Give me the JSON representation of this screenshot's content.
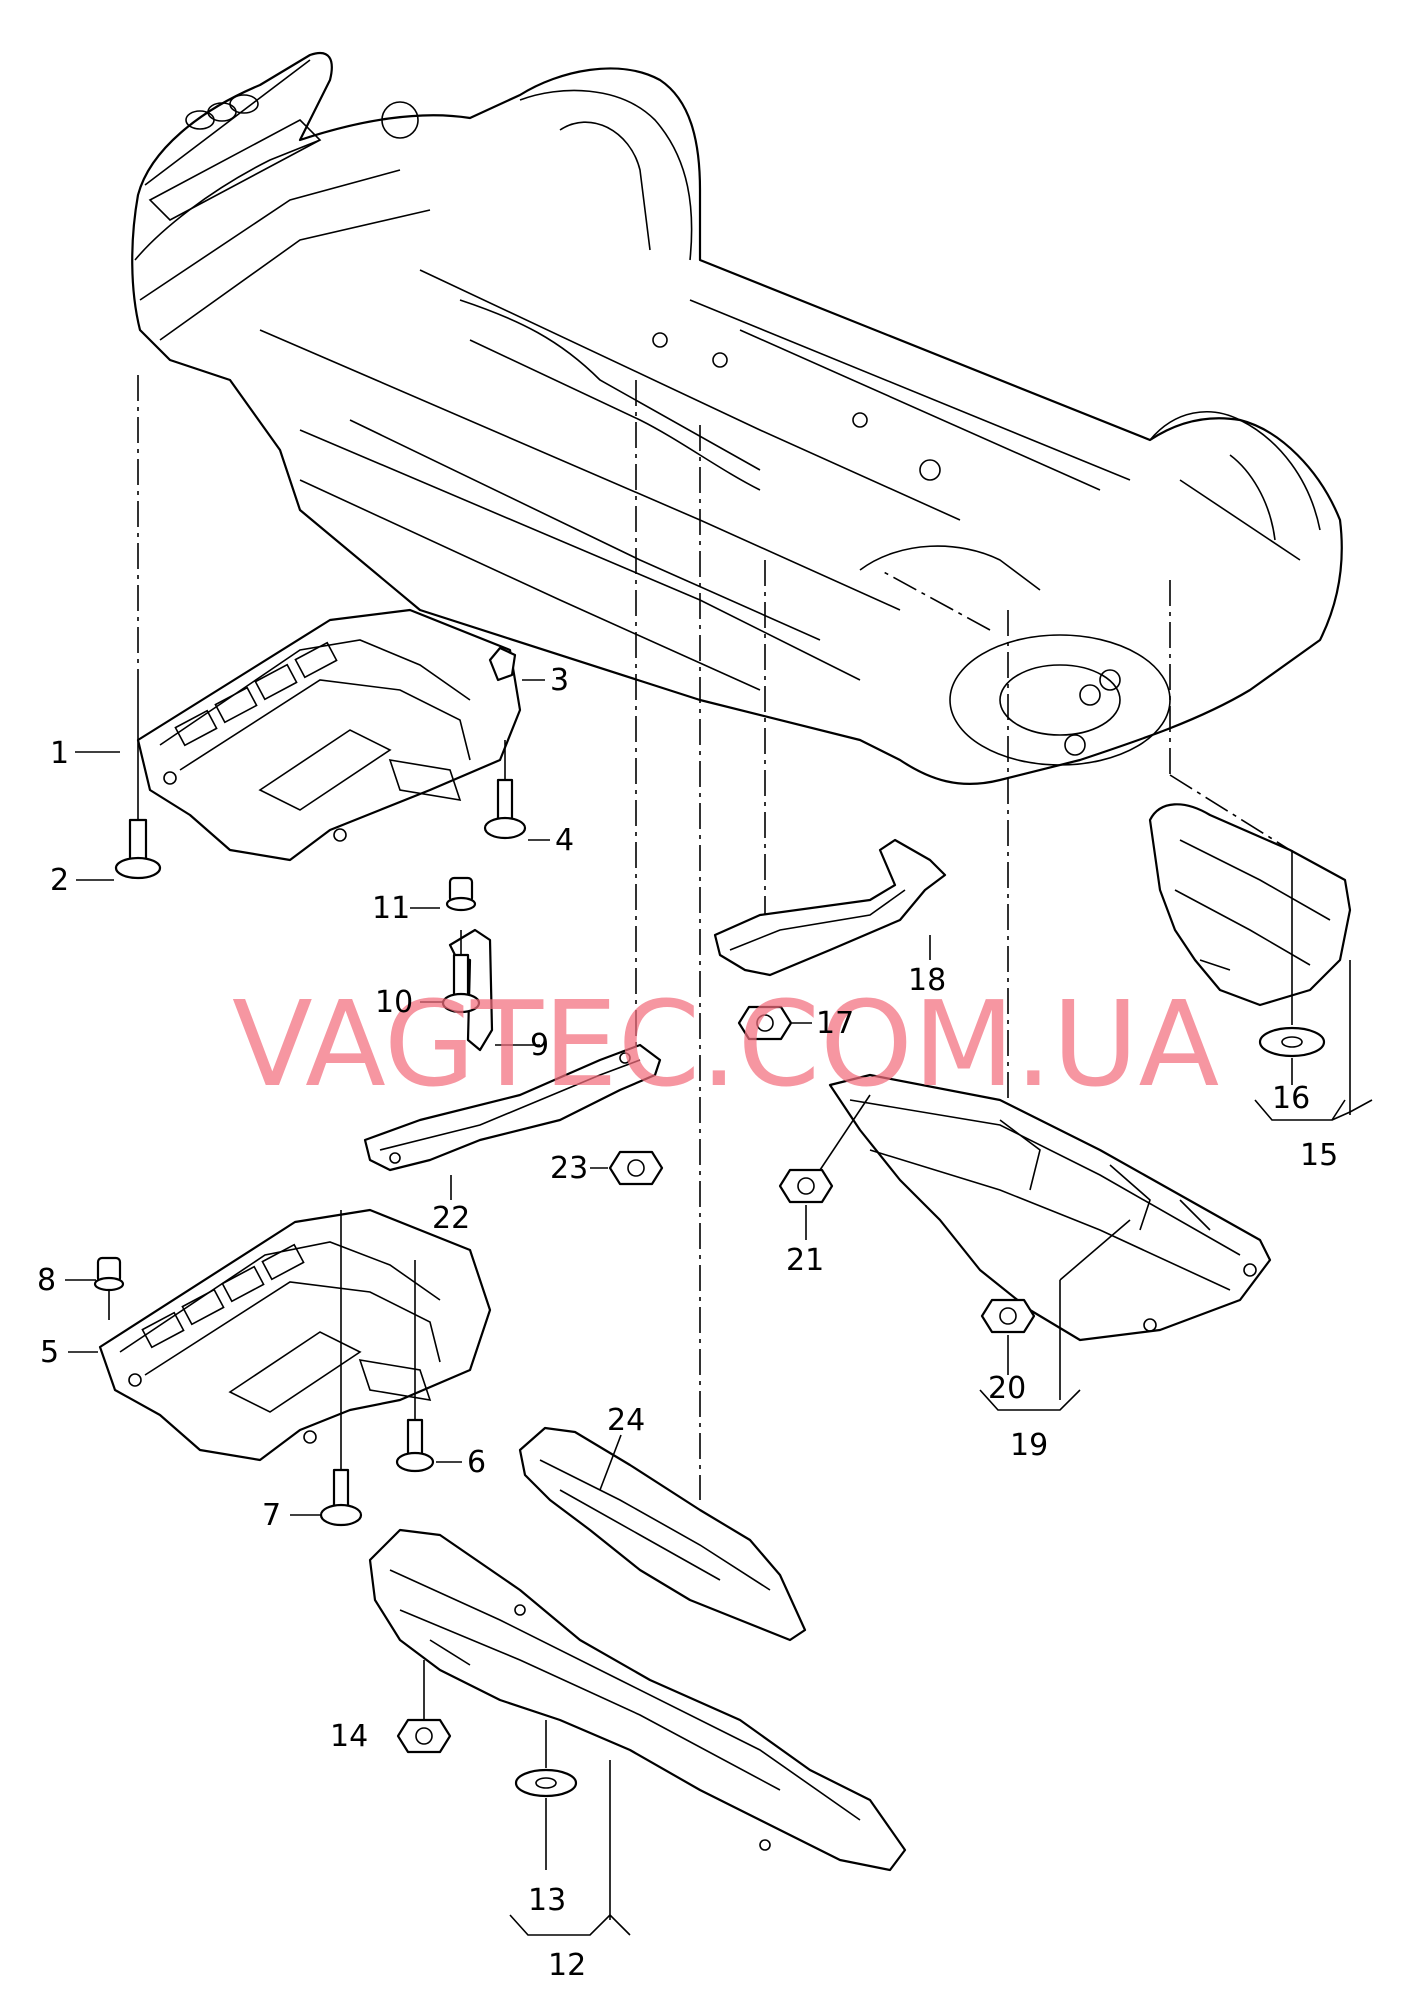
{
  "watermark": "VAGTEC.COM.UA",
  "labels": {
    "p1": "1",
    "p2": "2",
    "p3": "3",
    "p4": "4",
    "p5": "5",
    "p6": "6",
    "p7": "7",
    "p8": "8",
    "p9": "9",
    "p10": "10",
    "p11": "11",
    "p12": "12",
    "p13": "13",
    "p14": "14",
    "p15": "15",
    "p16": "16",
    "p17": "17",
    "p18": "18",
    "p19": "19",
    "p20": "20",
    "p21": "21",
    "p22": "22",
    "p23": "23",
    "p24": "24"
  }
}
